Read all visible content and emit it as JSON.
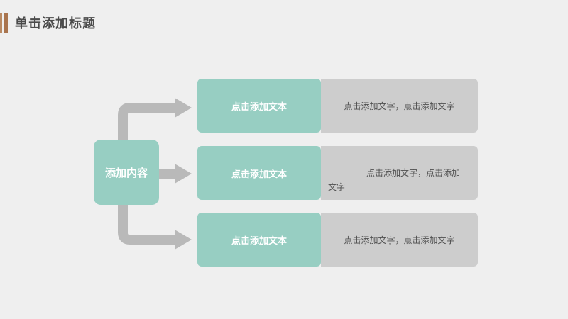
{
  "slide": {
    "title": "单击添加标题"
  },
  "center": {
    "label": "添加内容"
  },
  "rows": [
    {
      "label": "点击添加文本",
      "text": "点击添加文字，点击添加文字"
    },
    {
      "label": "点击添加文本",
      "text": "点击添加文字，点击添加文字"
    },
    {
      "label": "点击添加文本",
      "text": "点击添加文字，点击添加文字"
    }
  ],
  "colors": {
    "accent": "#a9744e",
    "teal": "#97cec2",
    "gray_panel": "#cdcdcd",
    "arrow": "#b9b9b9",
    "background": "#efefef"
  }
}
